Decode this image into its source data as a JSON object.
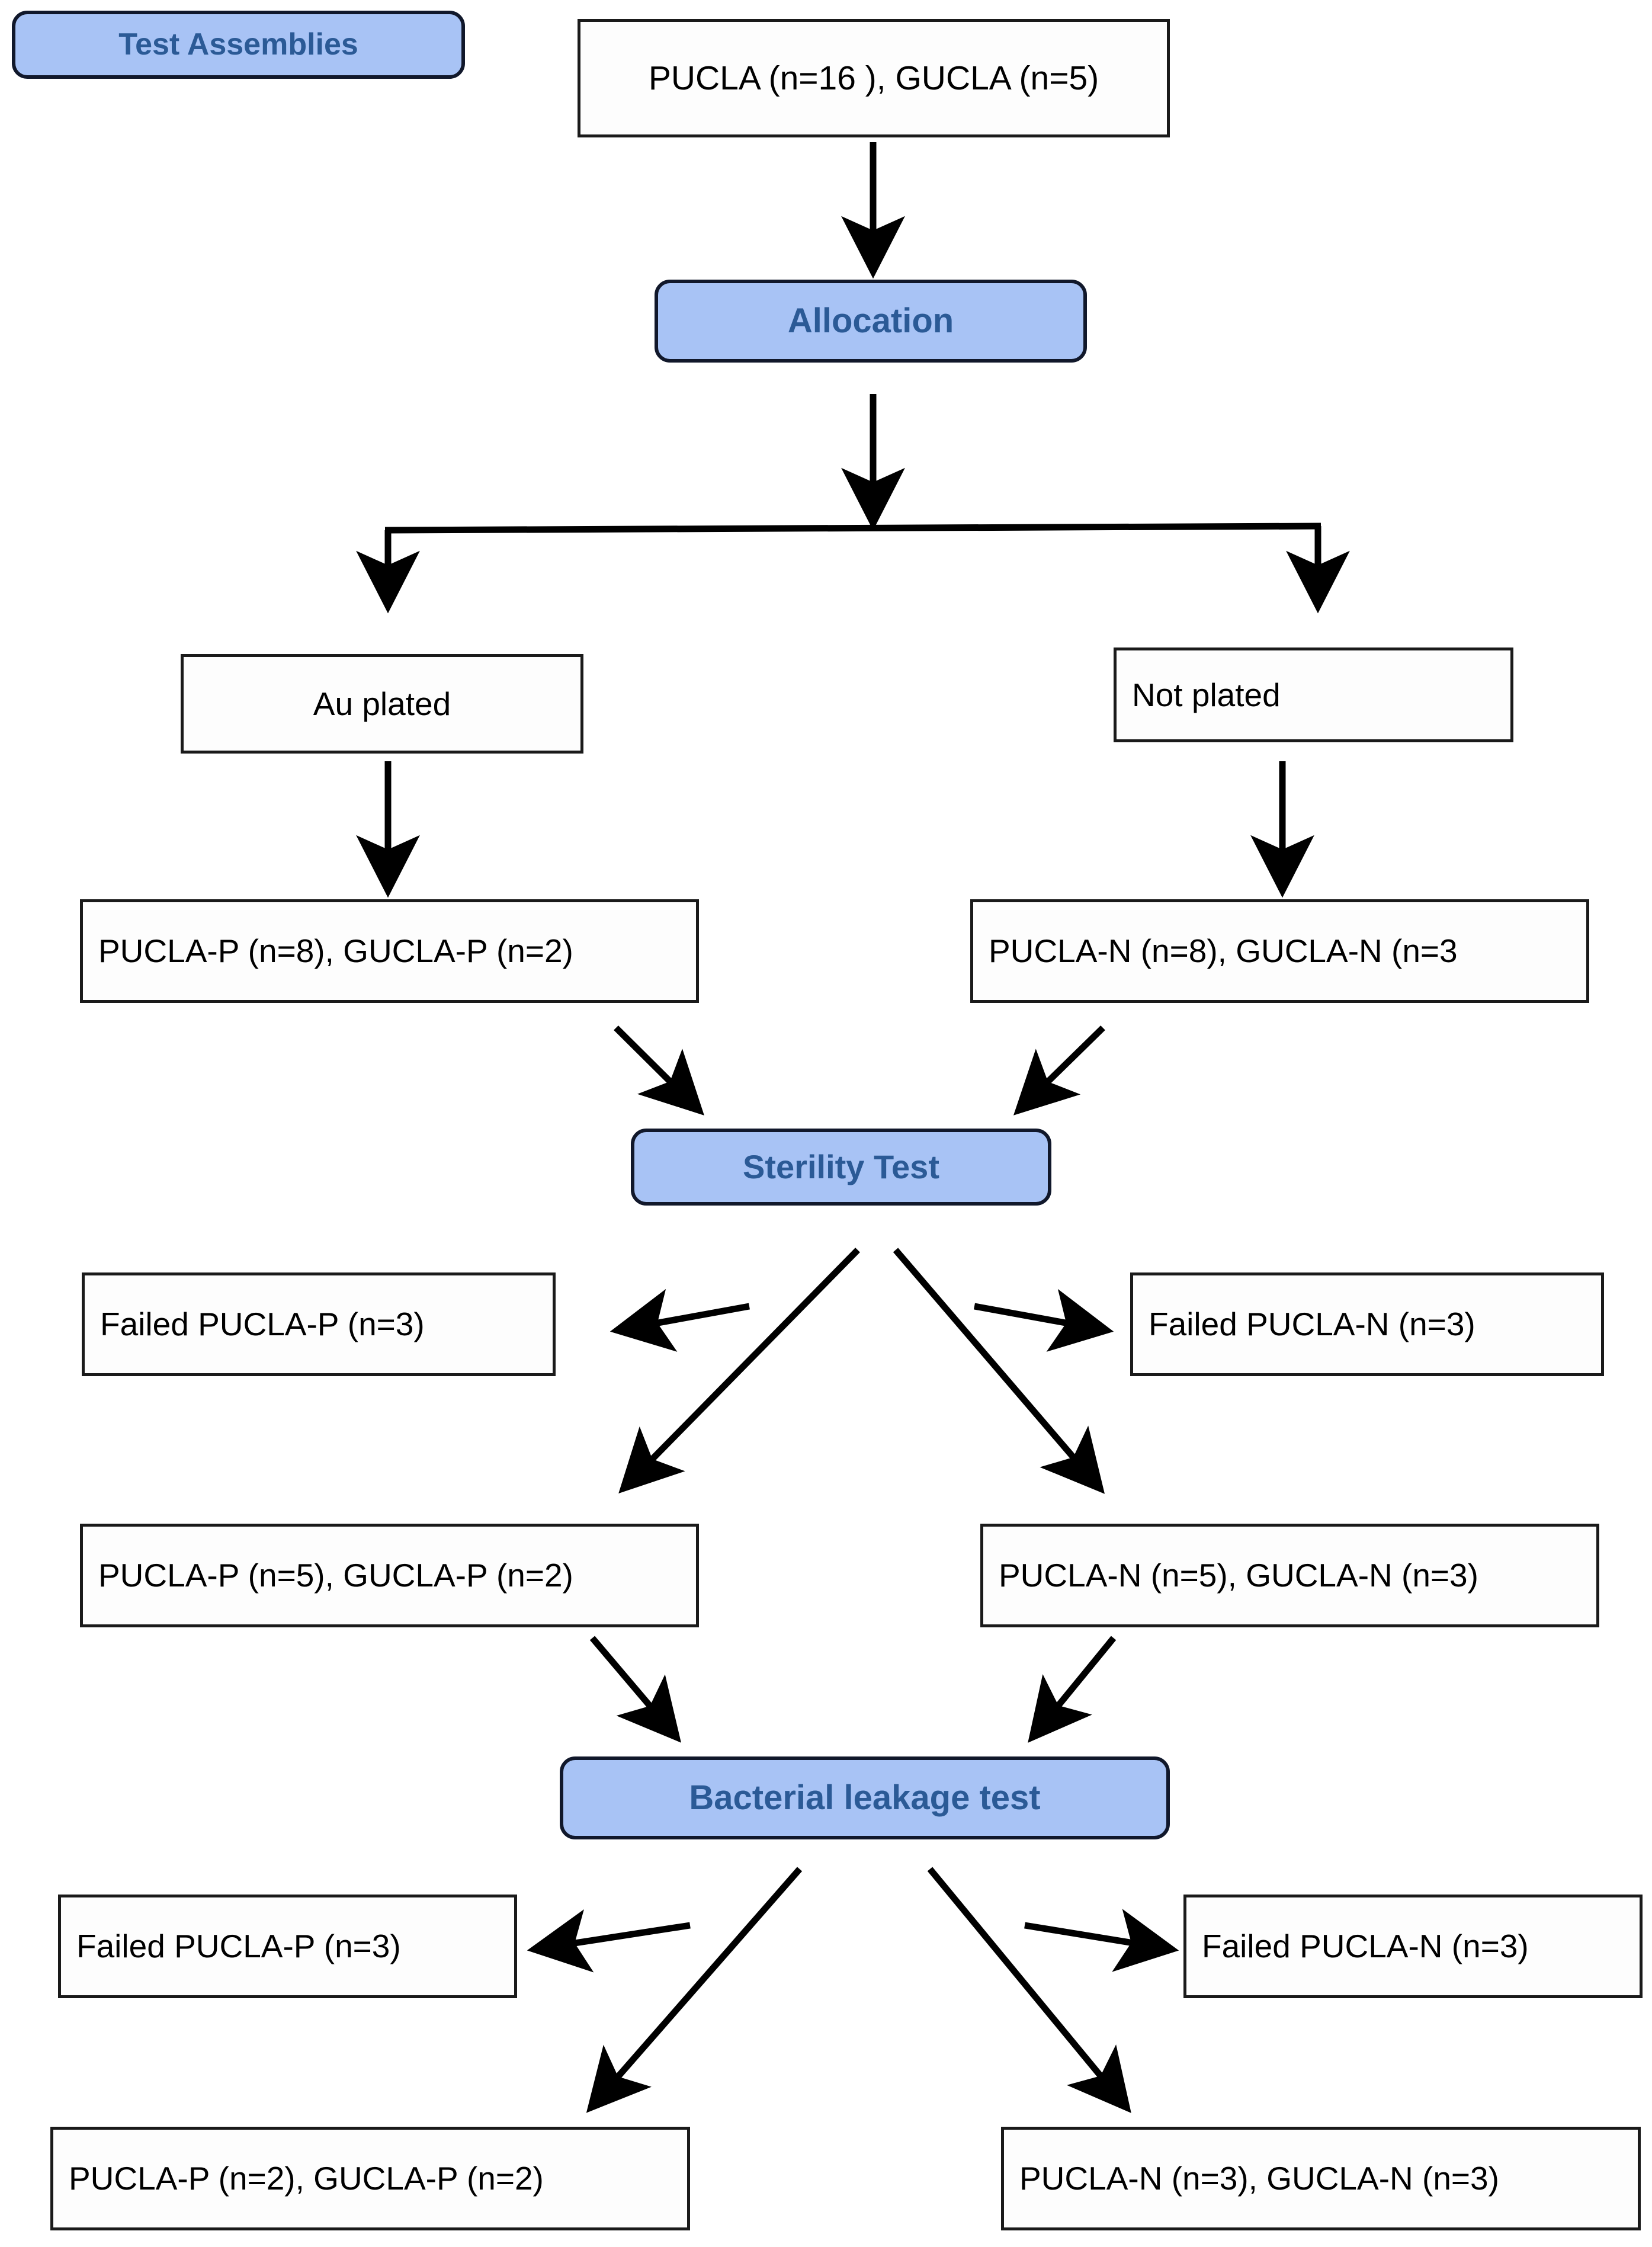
{
  "diagram": {
    "title": "Test assembly allocation and testing flow",
    "colors": {
      "stage_fill": "#a8c3f5",
      "stage_border": "#11182b",
      "stage_text": "#2b5a96",
      "box_fill": "#fdfdfd",
      "box_border": "#1a1a1a",
      "box_text": "#000000",
      "arrow": "#000000",
      "background": "#ffffff"
    },
    "nodes": {
      "test_assemblies": {
        "label": "Test Assemblies",
        "type": "stage"
      },
      "enrollment": {
        "label": "PUCLA (n=16  ), GUCLA (n=5)",
        "type": "box"
      },
      "allocation": {
        "label": "Allocation",
        "type": "stage"
      },
      "au_plated": {
        "label": "Au plated",
        "type": "box"
      },
      "not_plated": {
        "label": "Not plated",
        "type": "box"
      },
      "plated_group": {
        "label": "PUCLA-P (n=8), GUCLA-P (n=2)",
        "type": "box"
      },
      "unplated_group": {
        "label": "PUCLA-N (n=8), GUCLA-N (n=3",
        "type": "box"
      },
      "sterility_test": {
        "label": "Sterility Test",
        "type": "stage"
      },
      "sterility_failed_p": {
        "label": "Failed PUCLA-P (n=3)",
        "type": "box"
      },
      "sterility_failed_n": {
        "label": "Failed PUCLA-N (n=3)",
        "type": "box"
      },
      "sterility_pass_p": {
        "label": "PUCLA-P (n=5), GUCLA-P (n=2)",
        "type": "box"
      },
      "sterility_pass_n": {
        "label": "PUCLA-N (n=5), GUCLA-N (n=3)",
        "type": "box"
      },
      "leakage_test": {
        "label": "Bacterial leakage test",
        "type": "stage"
      },
      "leakage_failed_p": {
        "label": "Failed PUCLA-P (n=3)",
        "type": "box"
      },
      "leakage_failed_n": {
        "label": "Failed PUCLA-N (n=3)",
        "type": "box"
      },
      "leakage_pass_p": {
        "label": "PUCLA-P (n=2), GUCLA-P (n=2)",
        "type": "box"
      },
      "leakage_pass_n": {
        "label": "PUCLA-N (n=3), GUCLA-N (n=3)",
        "type": "box"
      }
    },
    "edges": [
      {
        "from": "enrollment",
        "to": "allocation",
        "style": "vertical-arrow"
      },
      {
        "from": "allocation",
        "to": "split",
        "style": "vertical-arrow"
      },
      {
        "from": "split",
        "to": "au_plated",
        "style": "elbow-arrow"
      },
      {
        "from": "split",
        "to": "not_plated",
        "style": "elbow-arrow"
      },
      {
        "from": "au_plated",
        "to": "plated_group",
        "style": "vertical-arrow"
      },
      {
        "from": "not_plated",
        "to": "unplated_group",
        "style": "vertical-arrow"
      },
      {
        "from": "plated_group",
        "to": "sterility_test",
        "style": "diagonal-arrow"
      },
      {
        "from": "unplated_group",
        "to": "sterility_test",
        "style": "diagonal-arrow"
      },
      {
        "from": "sterility_test",
        "to": "sterility_failed_p",
        "style": "horizontal-arrow"
      },
      {
        "from": "sterility_test",
        "to": "sterility_failed_n",
        "style": "horizontal-arrow"
      },
      {
        "from": "sterility_test",
        "to": "sterility_pass_p",
        "style": "diagonal-arrow"
      },
      {
        "from": "sterility_test",
        "to": "sterility_pass_n",
        "style": "diagonal-arrow"
      },
      {
        "from": "sterility_pass_p",
        "to": "leakage_test",
        "style": "diagonal-arrow"
      },
      {
        "from": "sterility_pass_n",
        "to": "leakage_test",
        "style": "diagonal-arrow"
      },
      {
        "from": "leakage_test",
        "to": "leakage_failed_p",
        "style": "horizontal-arrow"
      },
      {
        "from": "leakage_test",
        "to": "leakage_failed_n",
        "style": "horizontal-arrow"
      },
      {
        "from": "leakage_test",
        "to": "leakage_pass_p",
        "style": "diagonal-arrow"
      },
      {
        "from": "leakage_test",
        "to": "leakage_pass_n",
        "style": "diagonal-arrow"
      }
    ]
  }
}
